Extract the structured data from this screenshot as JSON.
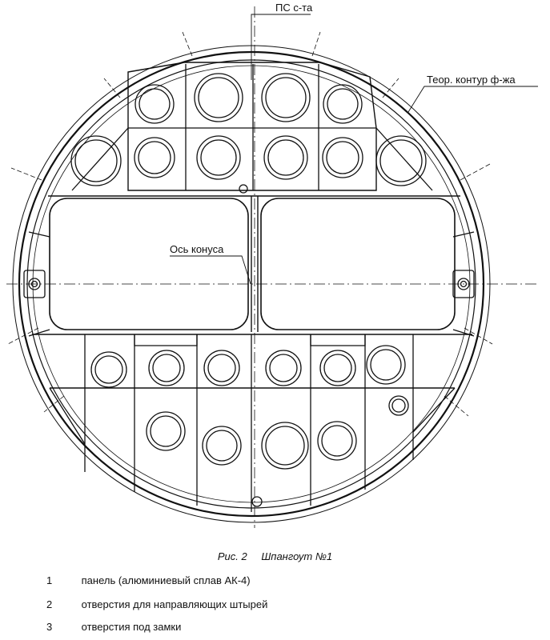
{
  "labels": {
    "ps": "ПС с-та",
    "contour": "Теор. контур ф-жа",
    "axis": "Ось конуса"
  },
  "caption": {
    "fig": "Рис. 2",
    "title": "Шпангоут №1"
  },
  "legend": [
    {
      "num": "1",
      "text": "панель (алюминиевый сплав АК-4)"
    },
    {
      "num": "2",
      "text": "отверстия для направляющих штырей"
    },
    {
      "num": "3",
      "text": "отверстия под замки"
    }
  ],
  "colors": {
    "line": "#111111",
    "background": "#ffffff"
  }
}
